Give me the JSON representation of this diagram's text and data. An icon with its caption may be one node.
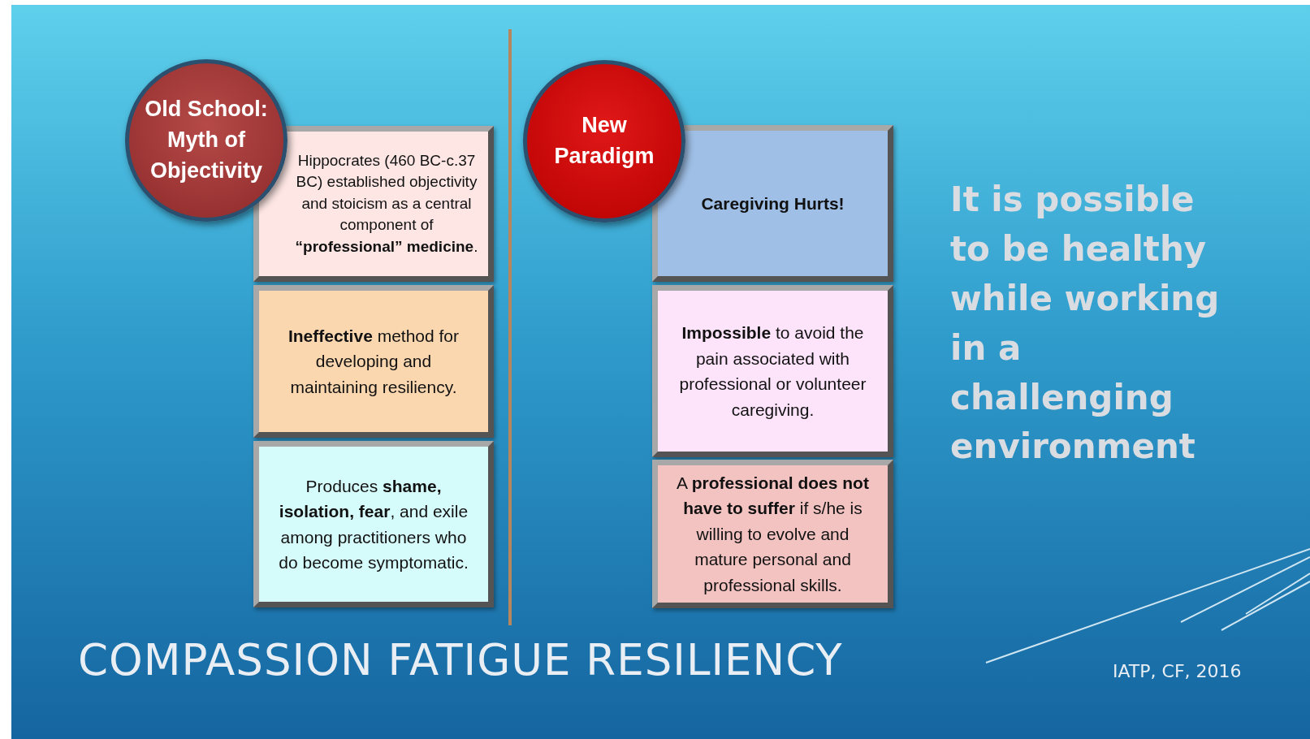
{
  "diagram": {
    "title": "COMPASSION FATIGUE RESILIENCY",
    "nodes": [
      {
        "text": [
          "Old School: Myth of Objectivity"
        ]
      },
      {
        "text": [
          "Hippocrates (460 BC-c.37 BC) established objectivity and stoicism as a central component of **“professional” medicine**."
        ]
      },
      {
        "text": [
          "**Ineffective** method for developing and maintaining resiliency."
        ]
      },
      {
        "text": [
          "Produces **shame, isolation, fear**, and exile among practitioners who do become symptomatic."
        ]
      },
      {
        "text": [
          "New Paradigm"
        ]
      },
      {
        "text": [
          "**Caregiving Hurts!**"
        ]
      },
      {
        "text": [
          "**Impossible** to avoid the pain associated with professional or volunteer caregiving."
        ]
      },
      {
        "text": [
          "A **professional does not have to suffer** if s/he is willing to evolve and mature personal and professional skills."
        ]
      }
    ],
    "edges": [],
    "labels": [
      "It is possible to be healthy while working in a challenging environment",
      "IATP, CF, 2016"
    ]
  }
}
